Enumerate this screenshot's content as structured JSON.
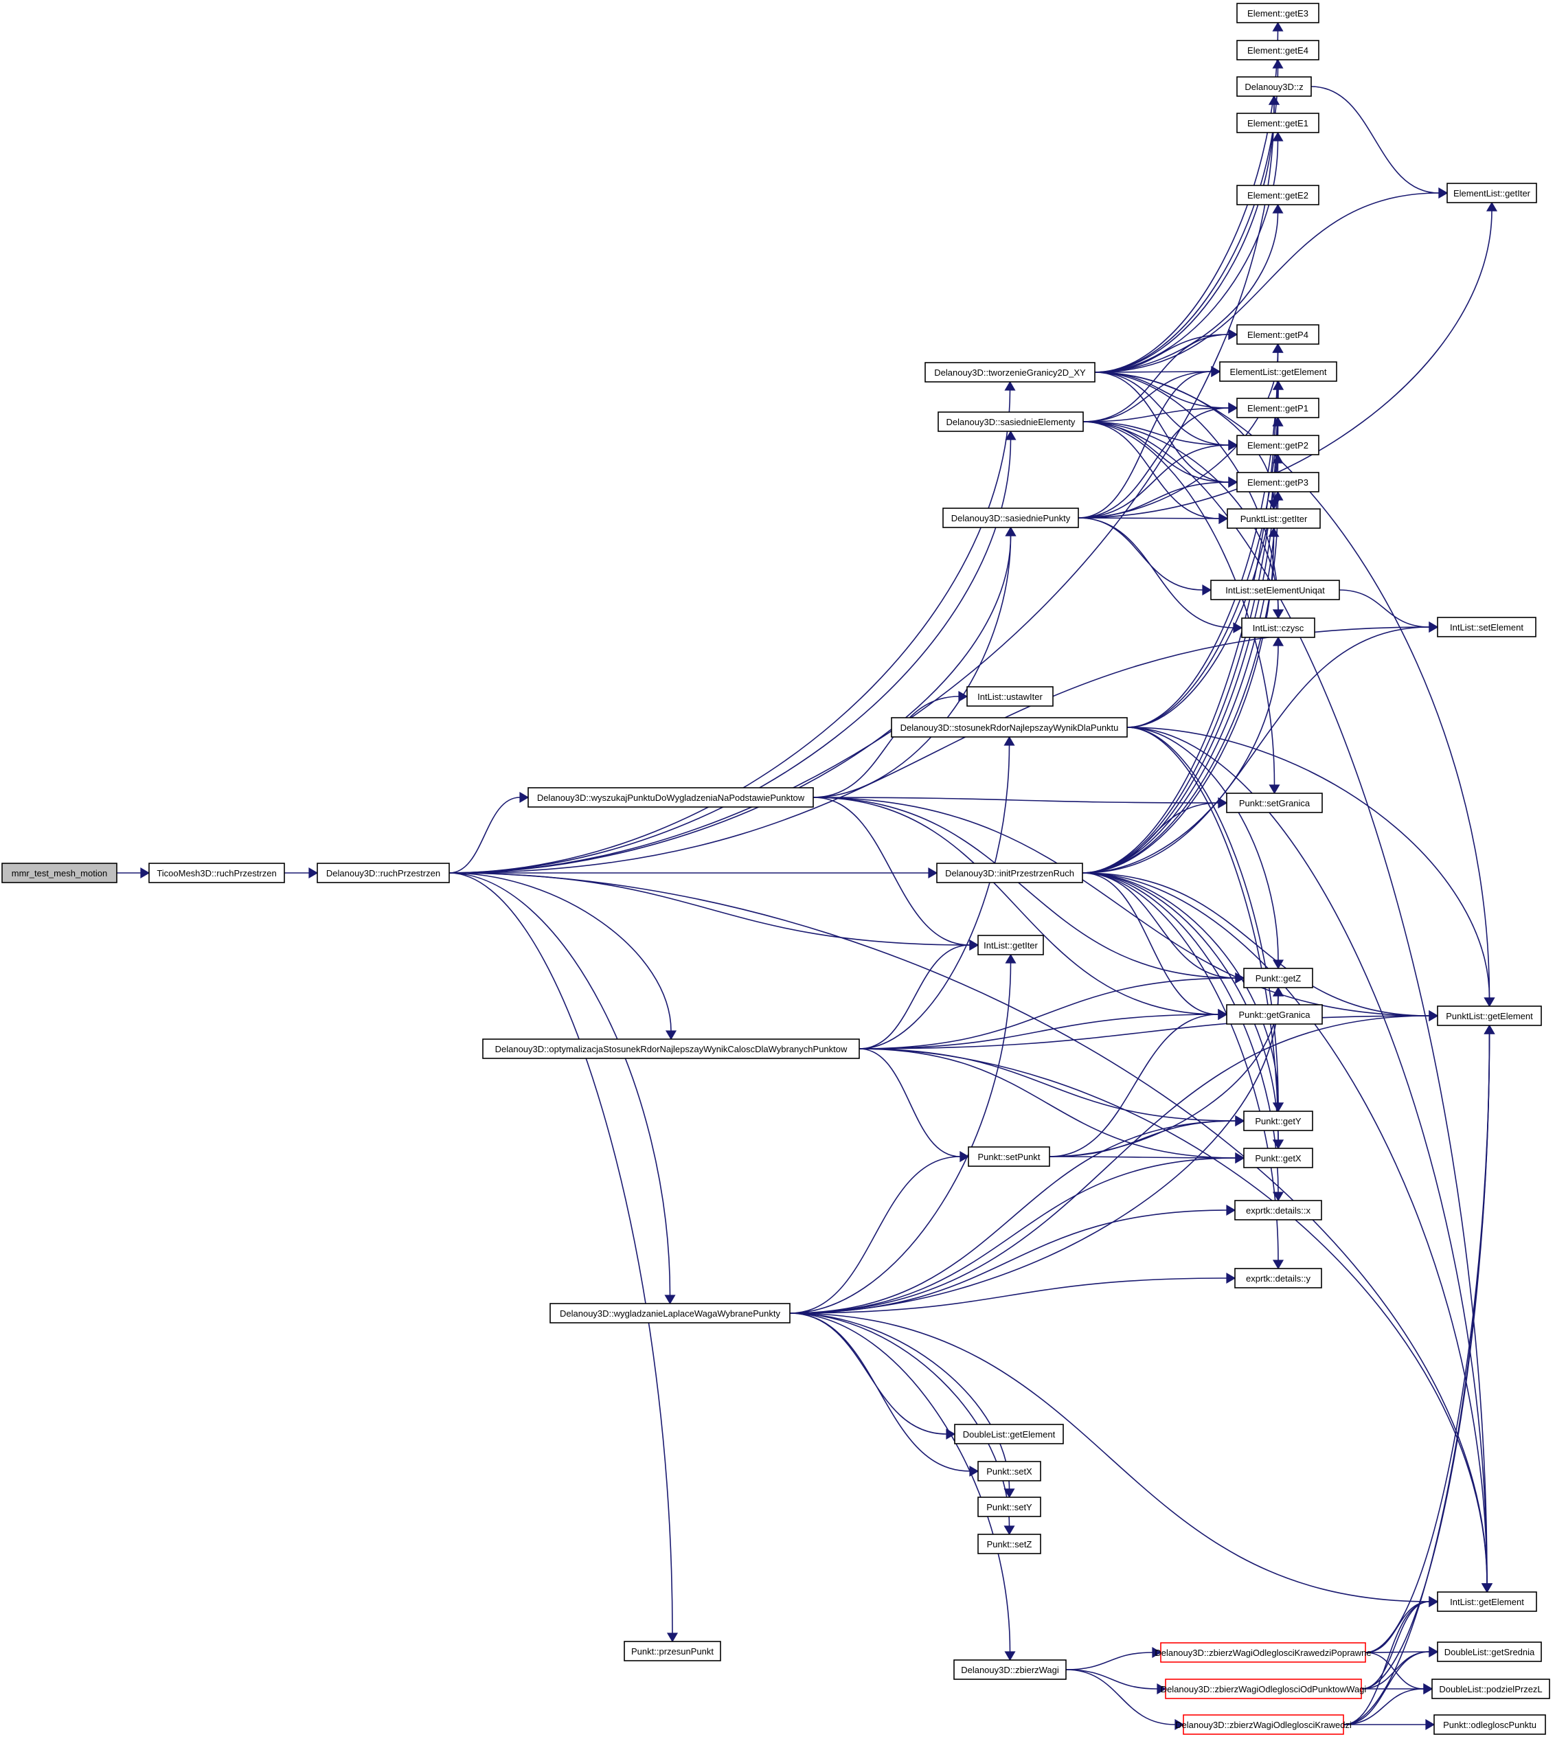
{
  "graph": {
    "edge_color": "#191970",
    "root_fill": "#bfbfbf",
    "truncated_border": "#ff0000",
    "nodes": [
      {
        "id": "mmr",
        "label": "mmr_test_mesh_motion",
        "root": true
      },
      {
        "id": "ticoo",
        "label": "TicooMesh3D::ruchPrzestrzen"
      },
      {
        "id": "druch",
        "label": "Delanouy3D::ruchPrzestrzen"
      },
      {
        "id": "tworz",
        "label": "Delanouy3D::tworzenieGranicy2D_XY"
      },
      {
        "id": "sasEl",
        "label": "Delanouy3D::sasiednieElementy"
      },
      {
        "id": "sasPk",
        "label": "Delanouy3D::sasiedniePunkty"
      },
      {
        "id": "ustaw",
        "label": "IntList::ustawIter"
      },
      {
        "id": "stosu",
        "label": "Delanouy3D::stosunekRdorNajlepszayWynikDlaPunktu"
      },
      {
        "id": "wyszu",
        "label": "Delanouy3D::wyszukajPunktuDoWygladzeniaNaPodstawiePunktow"
      },
      {
        "id": "initP",
        "label": "Delanouy3D::initPrzestrzenRuch"
      },
      {
        "id": "ilGetIter",
        "label": "IntList::getIter"
      },
      {
        "id": "optym",
        "label": "Delanouy3D::optymalizacjaStosunekRdorNajlepszayWynikCaloscDlaWybranychPunktow"
      },
      {
        "id": "setPk",
        "label": "Punkt::setPunkt"
      },
      {
        "id": "wygla",
        "label": "Delanouy3D::wygladzanieLaplaceWagaWybranePunkty"
      },
      {
        "id": "dlGetEl",
        "label": "DoubleList::getElement"
      },
      {
        "id": "setX",
        "label": "Punkt::setX"
      },
      {
        "id": "setY",
        "label": "Punkt::setY"
      },
      {
        "id": "setZ",
        "label": "Punkt::setZ"
      },
      {
        "id": "przesun",
        "label": "Punkt::przesunPunkt"
      },
      {
        "id": "zbierz",
        "label": "Delanouy3D::zbierzWagi"
      },
      {
        "id": "getE3",
        "label": "Element::getE3"
      },
      {
        "id": "getE4",
        "label": "Element::getE4"
      },
      {
        "id": "d3z",
        "label": "Delanouy3D::z"
      },
      {
        "id": "getE1",
        "label": "Element::getE1"
      },
      {
        "id": "getE2",
        "label": "Element::getE2"
      },
      {
        "id": "getP4",
        "label": "Element::getP4"
      },
      {
        "id": "elGetEl",
        "label": "ElementList::getElement"
      },
      {
        "id": "getP1",
        "label": "Element::getP1"
      },
      {
        "id": "getP2",
        "label": "Element::getP2"
      },
      {
        "id": "getP3",
        "label": "Element::getP3"
      },
      {
        "id": "plGetIter",
        "label": "PunktList::getIter"
      },
      {
        "id": "setUniq",
        "label": "IntList::setElementUniqat"
      },
      {
        "id": "czysc",
        "label": "IntList::czysc"
      },
      {
        "id": "setGran",
        "label": "Punkt::setGranica"
      },
      {
        "id": "getZ",
        "label": "Punkt::getZ"
      },
      {
        "id": "getGran",
        "label": "Punkt::getGranica"
      },
      {
        "id": "getY",
        "label": "Punkt::getY"
      },
      {
        "id": "getX",
        "label": "Punkt::getX"
      },
      {
        "id": "exX",
        "label": "exprtk::details::x"
      },
      {
        "id": "exY",
        "label": "exprtk::details::y"
      },
      {
        "id": "zwPopr",
        "label": "Delanouy3D::zbierzWagiOdleglosciKrawedziPoprawne",
        "truncated": true
      },
      {
        "id": "zwOdPkt",
        "label": "Delanouy3D::zbierzWagiOdleglosciOdPunktowWagi",
        "truncated": true
      },
      {
        "id": "zwKraw",
        "label": "Delanouy3D::zbierzWagiOdleglosciKrawedzi",
        "truncated": true
      },
      {
        "id": "elGetIter",
        "label": "ElementList::getIter"
      },
      {
        "id": "ilSetEl",
        "label": "IntList::setElement"
      },
      {
        "id": "plGetEl",
        "label": "PunktList::getElement"
      },
      {
        "id": "ilGetEl",
        "label": "IntList::getElement"
      },
      {
        "id": "dlSred",
        "label": "DoubleList::getSrednia"
      },
      {
        "id": "dlPodz",
        "label": "DoubleList::podzielPrzezL"
      },
      {
        "id": "odleg",
        "label": "Punkt::odlegloscPunktu"
      }
    ]
  }
}
